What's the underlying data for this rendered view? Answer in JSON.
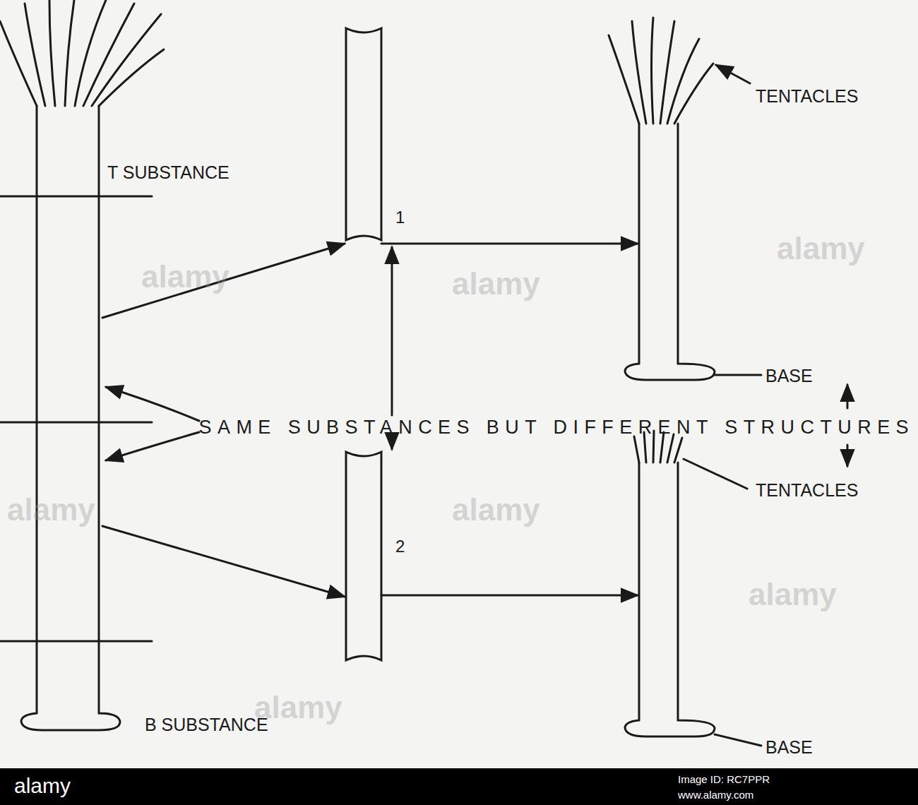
{
  "diagram": {
    "labels": [
      "T SUBSTANCE",
      "B SUBSTANCE",
      "1",
      "2",
      "TENTACLES",
      "BASE",
      "SAME SUBSTANCES BUT DIFFERENT STRUCTURES",
      "TENTACLES",
      "BASE",
      "alamy",
      "alamy",
      "alamy",
      "alamy",
      "alamy",
      "alamy",
      "alamy",
      "alamy",
      "Image ID: RC7PPR",
      "www.alamy.com"
    ]
  }
}
